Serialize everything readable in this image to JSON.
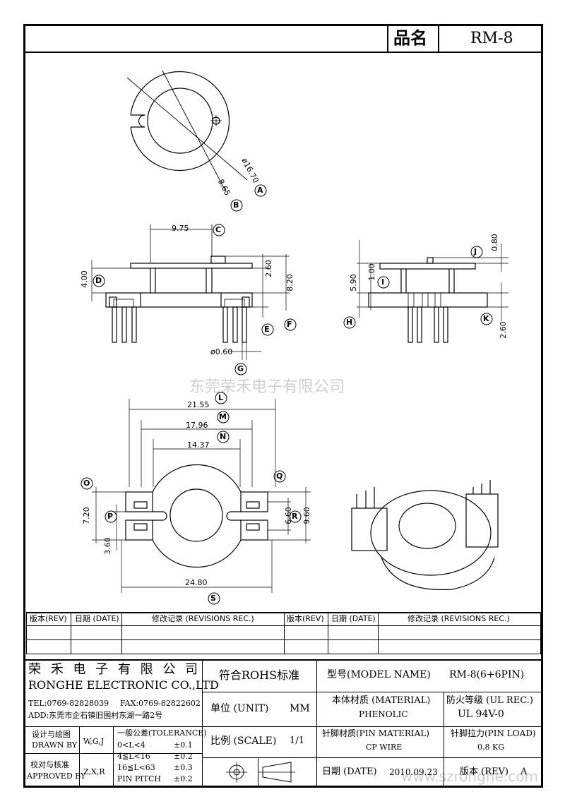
{
  "header": {
    "name_label": "品名",
    "part_no": "RM-8"
  },
  "watermark": {
    "company": "东莞荣禾电子有限公司",
    "site": "www.szronghe.com"
  },
  "dimensions": {
    "A": "ø16.70",
    "B": "8.65",
    "C": "9.75",
    "D": "4.00",
    "E": "2.60",
    "F": "8.20",
    "G": "ø0.60",
    "H": "5.90",
    "I": "1.00",
    "J": "0.80",
    "K": "2.60",
    "L": "21.55",
    "M": "17.96",
    "N": "14.37",
    "O_val": "7.20",
    "P_val": "3.60",
    "Q_val": "6.60",
    "R_val": "9.60",
    "S": "24.80",
    "letters": [
      "A",
      "B",
      "C",
      "D",
      "E",
      "F",
      "G",
      "H",
      "I",
      "J",
      "K",
      "L",
      "M",
      "N",
      "O",
      "P",
      "Q",
      "R",
      "S"
    ]
  },
  "revisions": {
    "headers": [
      "版本(REV)",
      "日期 (DATE)",
      "修改记录 (REVISIONS REC.)",
      "版本(REV)",
      "日期 (DATE)",
      "修改记录 (REVISIONS REC.)"
    ]
  },
  "title_block": {
    "company_cn": "荣 禾 电 子 有 限 公 司",
    "company_en": "RONGHE ELECTRONIC CO.,LTD",
    "tel": "TEL:0769-82828039",
    "fax": "FAX:0769-82822602",
    "add": "ADD:东莞市企石镇旧围村东湖一路2号",
    "rohs": "符合ROHS标准",
    "model_label": "型号(MODEL NAME)",
    "model_value": "RM-8(6+6PIN)",
    "unit_label": "单位 (UNIT)",
    "unit_value": "MM",
    "material_label": "本体材质 (MATERIAL)",
    "material_value": "PHENOLIC",
    "ul_label": "防火等级 (UL REC.)",
    "ul_value": "UL 94V-0",
    "design_label_cn": "设计与绘图",
    "design_label_en": "DRAWN BY",
    "design_value": "W,G,J",
    "approve_label_cn": "校对与核准",
    "approve_label_en": "APPROVED BY",
    "approve_value": "Z,X,R",
    "tol_title": "一般公差(TOLERANCE)",
    "tol_rows": [
      {
        "range": "0<L<4",
        "tol": "±0.1"
      },
      {
        "range": "4≦L<16",
        "tol": "±0.2"
      },
      {
        "range": "16≦L<63",
        "tol": "±0.3"
      },
      {
        "range": "PIN PITCH",
        "tol": "±0.2"
      }
    ],
    "scale_label": "比例 (SCALE)",
    "scale_value": "1/1",
    "pin_mat_label": "针脚材质(PIN MATERIAL)",
    "pin_mat_value": "CP WIRE",
    "pin_load_label": "针脚拉力(PIN LOAD)",
    "pin_load_value": "0.8 KG",
    "date_label": "日期 (DATE)",
    "date_value": "2010.09.23",
    "rev_label": "版本 (REV)",
    "rev_value": "A"
  }
}
